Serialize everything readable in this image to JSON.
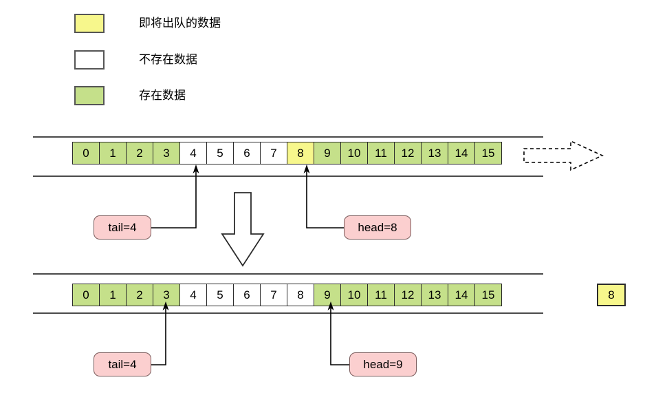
{
  "legend": {
    "items": [
      {
        "label": "即将出队的数据",
        "color": "#f7f78c",
        "swatch_name": "legend-swatch-dequeuing"
      },
      {
        "label": "不存在数据",
        "color": "#ffffff",
        "swatch_name": "legend-swatch-empty"
      },
      {
        "label": "存在数据",
        "color": "#c5e08a",
        "swatch_name": "legend-swatch-filled"
      }
    ]
  },
  "colors": {
    "dequeuing": "#f7f78c",
    "empty": "#ffffff",
    "filled": "#c5e08a",
    "cell_border": "#2b2b2b",
    "rail": "#4a4a4a",
    "tag_fill": "#fbcfcf",
    "tag_border": "#7a5a5a",
    "arrow": "#000000"
  },
  "rows": [
    {
      "name": "queue-row-before",
      "cells": [
        {
          "index": "0",
          "state": "filled"
        },
        {
          "index": "1",
          "state": "filled"
        },
        {
          "index": "2",
          "state": "filled"
        },
        {
          "index": "3",
          "state": "filled"
        },
        {
          "index": "4",
          "state": "empty"
        },
        {
          "index": "5",
          "state": "empty"
        },
        {
          "index": "6",
          "state": "empty"
        },
        {
          "index": "7",
          "state": "empty"
        },
        {
          "index": "8",
          "state": "dequeuing"
        },
        {
          "index": "9",
          "state": "filled"
        },
        {
          "index": "10",
          "state": "filled"
        },
        {
          "index": "11",
          "state": "filled"
        },
        {
          "index": "12",
          "state": "filled"
        },
        {
          "index": "13",
          "state": "filled"
        },
        {
          "index": "14",
          "state": "filled"
        },
        {
          "index": "15",
          "state": "filled"
        }
      ],
      "tail_label": "tail=4",
      "head_label": "head=8",
      "tail_points_at": "4",
      "head_points_at": "8"
    },
    {
      "name": "queue-row-after",
      "cells": [
        {
          "index": "0",
          "state": "filled"
        },
        {
          "index": "1",
          "state": "filled"
        },
        {
          "index": "2",
          "state": "filled"
        },
        {
          "index": "3",
          "state": "filled"
        },
        {
          "index": "4",
          "state": "empty"
        },
        {
          "index": "5",
          "state": "empty"
        },
        {
          "index": "6",
          "state": "empty"
        },
        {
          "index": "7",
          "state": "empty"
        },
        {
          "index": "8",
          "state": "empty"
        },
        {
          "index": "9",
          "state": "filled"
        },
        {
          "index": "10",
          "state": "filled"
        },
        {
          "index": "11",
          "state": "filled"
        },
        {
          "index": "12",
          "state": "filled"
        },
        {
          "index": "13",
          "state": "filled"
        },
        {
          "index": "14",
          "state": "filled"
        },
        {
          "index": "15",
          "state": "filled"
        }
      ],
      "tail_label": "tail=4",
      "head_label": "head=9",
      "tail_points_at": "3",
      "head_points_at": "9"
    }
  ],
  "dequeued_chip": {
    "value": "8",
    "state": "dequeuing"
  },
  "transition_arrow": {
    "name": "transition-down-arrow",
    "direction": "down"
  },
  "wrap_arrow": {
    "name": "wrap-around-dashed-arrow",
    "direction": "right",
    "style": "dashed"
  }
}
